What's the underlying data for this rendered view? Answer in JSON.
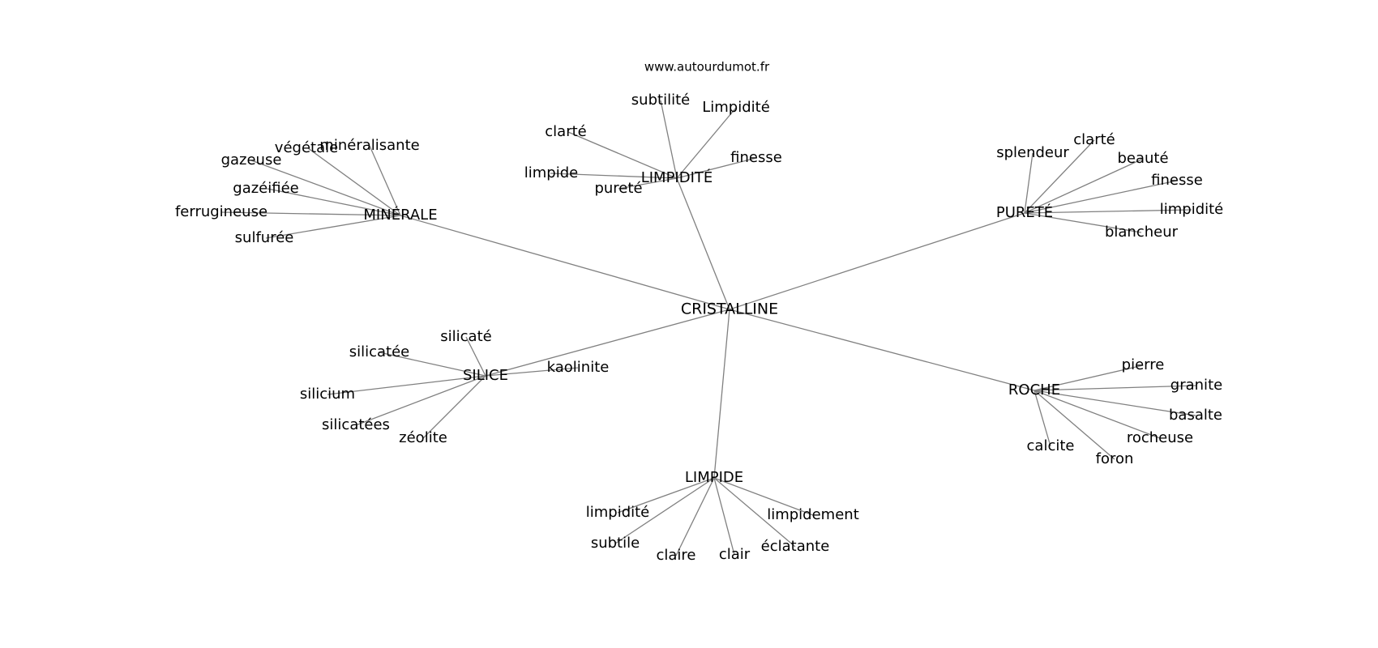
{
  "source_label": "www.autourdumot.fr",
  "center": {
    "id": "center",
    "label": "CRISTALLINE"
  },
  "hubs": [
    {
      "id": "minerale",
      "label": "MINÉRALE",
      "leaves": [
        "minéralisante",
        "végétale",
        "gazeuse",
        "gazéifiée",
        "ferrugineuse",
        "sulfurée"
      ]
    },
    {
      "id": "limpidite",
      "label": "LIMPIDITÉ",
      "leaves": [
        "subtilité",
        "Limpidité",
        "clarté",
        "finesse",
        "limpide",
        "pureté"
      ]
    },
    {
      "id": "purete",
      "label": "PURETÉ",
      "leaves": [
        "splendeur",
        "clarté",
        "beauté",
        "finesse",
        "limpidité",
        "blancheur"
      ]
    },
    {
      "id": "silice",
      "label": "SILICE",
      "leaves": [
        "silicaté",
        "silicatée",
        "kaolinite",
        "silicium",
        "silicatées",
        "zéolite"
      ]
    },
    {
      "id": "roche",
      "label": "ROCHE",
      "leaves": [
        "pierre",
        "granite",
        "basalte",
        "rocheuse",
        "calcite",
        "foron"
      ]
    },
    {
      "id": "limpide",
      "label": "LIMPIDE",
      "leaves": [
        "limpidité",
        "limpidement",
        "subtile",
        "claire",
        "clair",
        "éclatante"
      ]
    }
  ]
}
